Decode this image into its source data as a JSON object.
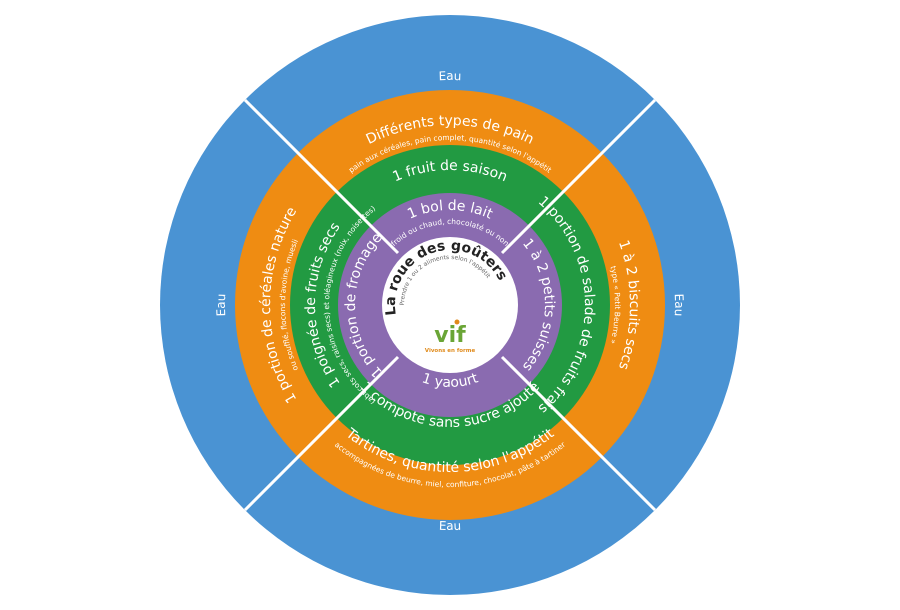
{
  "colors": {
    "water": "#4a93d3",
    "orange": "#ef8c12",
    "green": "#229a42",
    "purple": "#8a6bb0",
    "center": "#ffffff",
    "divider": "#ffffff",
    "logo_green": "#6aa536",
    "logo_orange": "#e08a1a"
  },
  "center": {
    "title": "La roue des goûters",
    "subtitle": "Prendre 1 ou 2 aliments selon l'appétit",
    "logo_mark": "vif",
    "logo_text": "Vivons en forme"
  },
  "water": {
    "top": "Eau",
    "right": "Eau",
    "bottom": "Eau",
    "left": "Eau"
  },
  "orange": {
    "top": {
      "main": "Différents types de pain",
      "sub": "pain aux céréales, pain complet, quantité selon l'appétit"
    },
    "right": {
      "main": "1 à 2 biscuits secs",
      "sub": "type « Petit Beurre »"
    },
    "bottom": {
      "main": "Tartines, quantité selon l'appétit",
      "sub": "accompagnées de beurre, miel, confiture, chocolat, pâte à tartiner"
    },
    "left": {
      "main": "1 portion de céréales nature",
      "sub": "ou soufflé, flocons d'avoine, muesli"
    }
  },
  "green": {
    "top": {
      "main": "1 fruit de saison"
    },
    "right": {
      "main": "1 portion de salade de fruits frais"
    },
    "bottom": {
      "main": "1 compote sans sucre ajouté"
    },
    "left": {
      "main": "1 poignée de fruits secs",
      "sub": "(abricots secs, raisins secs) et oléagineux (noix, noisettes)"
    }
  },
  "purple": {
    "top": {
      "main": "1 bol de lait",
      "sub": "froid ou chaud, chocolaté ou non"
    },
    "right": {
      "main": "1 à 2 petits suisses"
    },
    "bottom": {
      "main": "1 yaourt"
    },
    "left": {
      "main": "1 portion de fromage"
    }
  }
}
